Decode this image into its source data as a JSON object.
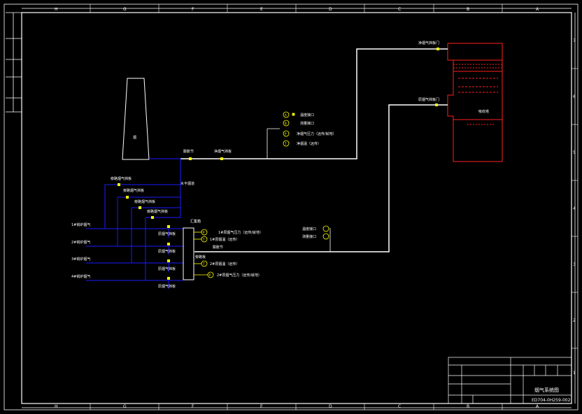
{
  "drawing": {
    "title": "烟气系统图",
    "number": "ED704-0H259-002",
    "border_letters_top": [
      "H",
      "G",
      "F",
      "E",
      "D",
      "C",
      "B",
      "A"
    ],
    "border_numbers_right": [
      "1",
      "2",
      "3",
      "4",
      "5",
      "6",
      "7"
    ]
  },
  "stack": {
    "label": "烟"
  },
  "tower": {
    "name": "吸收塔",
    "outlet_valve": "净烟气挡板门",
    "inlet_valve": "原烟气挡板门"
  },
  "main_line": {
    "damper": "膨胀节",
    "clean_gas_damper": "净烟气挡板",
    "horizontal_flue": "水平烟道",
    "raw_gas_damper": "膨胀节",
    "bypass_label": "旁路板"
  },
  "instruments_top": [
    {
      "tag": "A",
      "label": "温度接口"
    },
    {
      "tag": "B",
      "label": "测量接口"
    },
    {
      "tag": "P",
      "label": "净烟气压力（远传/就地）"
    },
    {
      "tag": "T",
      "label": "净烟温（远传）"
    }
  ],
  "bypass_dampers": [
    "旁路烟气挡板",
    "旁路烟气挡板",
    "旁路烟气挡板",
    "旁路烟气挡板"
  ],
  "boilers": [
    "1#锅炉烟气",
    "2#锅炉烟气",
    "3#锅炉烟气",
    "4#锅炉烟气"
  ],
  "raw_dampers": [
    "原烟气挡板",
    "原烟气挡板",
    "原烟气挡板",
    "原烟气挡板"
  ],
  "header": {
    "label": "汇集箱"
  },
  "instruments_mid": [
    {
      "tag": "P",
      "label": "1#原烟气压力（远传/就地）"
    },
    {
      "tag": "T",
      "label": "1#原烟温（远传）"
    },
    {
      "tag": "T",
      "label": "2#原烟温（远传）"
    },
    {
      "tag": "P",
      "label": "2#原烟气压力（远传/就地）"
    }
  ],
  "instruments_right": [
    {
      "label": "温度接口"
    },
    {
      "label": "测量接口"
    }
  ],
  "colors": {
    "border": "#ffffff",
    "duct_main": "#ffffff",
    "duct_branch": "#1a1aff",
    "tower": "#ff2020",
    "valve": "#ffff00",
    "text": "#ffffff"
  }
}
